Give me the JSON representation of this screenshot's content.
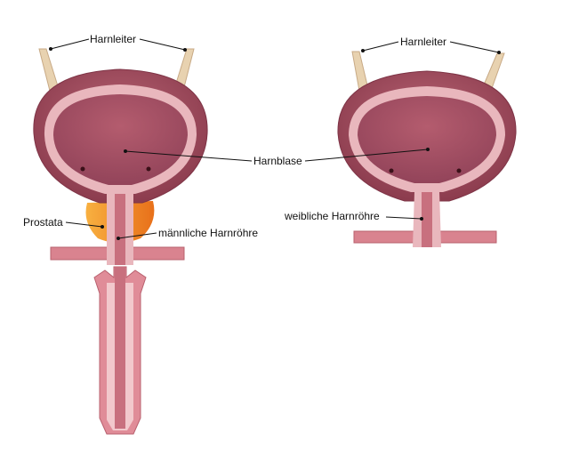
{
  "labels": {
    "ureter_left": "Harnleiter",
    "ureter_right": "Harnleiter",
    "bladder": "Harnblase",
    "prostate": "Prostata",
    "male_urethra": "männliche Harnröhre",
    "female_urethra": "weibliche Harnröhre"
  },
  "colors": {
    "bladder_outer": "#9e4a5c",
    "bladder_wall": "#e9b7bd",
    "bladder_inner": "#a85466",
    "prostate": "#f39a1e",
    "ureter": "#e8d2b0",
    "urethra": "#d9838f"
  }
}
